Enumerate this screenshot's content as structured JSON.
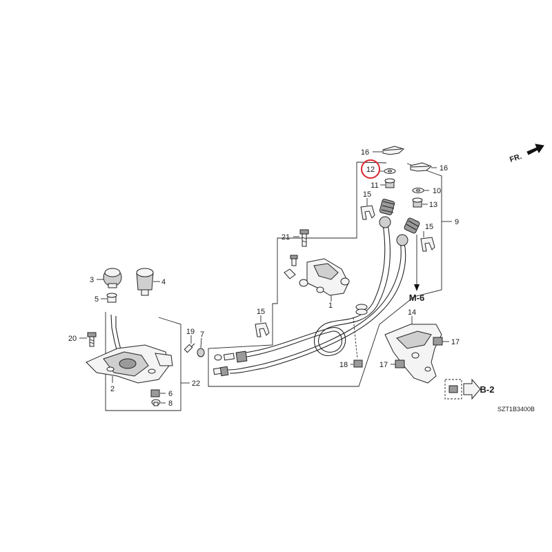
{
  "direction": {
    "label": "FR."
  },
  "callouts": [
    "1",
    "2",
    "3",
    "4",
    "5",
    "6",
    "7",
    "8",
    "9",
    "10",
    "11",
    "12",
    "13",
    "14",
    "15",
    "15",
    "15",
    "16",
    "16",
    "17",
    "17",
    "18",
    "19",
    "20",
    "21",
    "22"
  ],
  "references": {
    "m6": "M-6",
    "b2": "B-2"
  },
  "highlighted_part": "12",
  "drawing_id": "SZT1B3400B",
  "colors": {
    "line": "#222222",
    "highlight": "#d9262c",
    "background": "#ffffff"
  }
}
